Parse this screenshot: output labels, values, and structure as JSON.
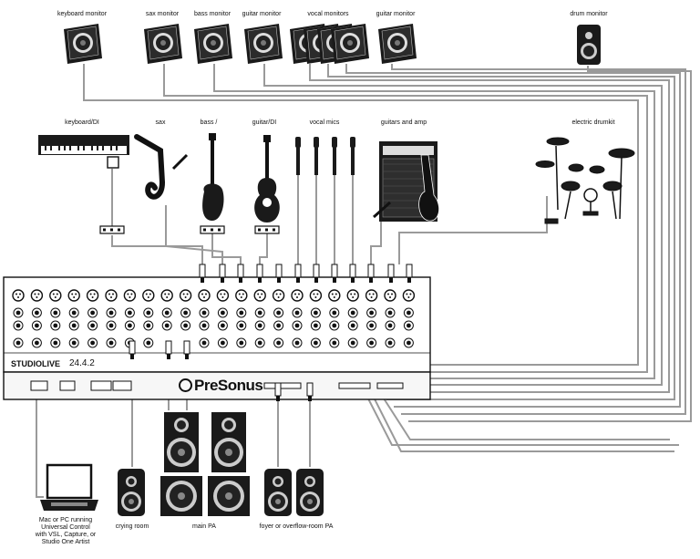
{
  "monitors": {
    "keyboard": "keyboard monitor",
    "sax": "sax monitor",
    "bass": "bass monitor",
    "guitar": "guitar monitor",
    "vocal": "vocal monitors",
    "guitar2": "guitar monitor",
    "drum": "drum monitor"
  },
  "instruments": {
    "keyboard": "keyboard/DI",
    "sax": "sax",
    "bass": "bass /",
    "guitar": "guitar/DI",
    "vocal": "vocal mics",
    "guitars_amp": "guitars and amp",
    "drums": "electric drumkit"
  },
  "mixer": {
    "brand": "STUDIOLIVE",
    "model": "24.4.2",
    "logo": "PreSonus"
  },
  "outputs": {
    "computer": "Mac or PC running\nUniversal Control\nwith VSL, Capture, or\nStudio One Artist",
    "crying_room": "crying room",
    "main_pa": "main PA",
    "foyer": "foyer or overflow-room PA"
  },
  "colors": {
    "line": "#111111",
    "cable": "#9a9a9a",
    "background": "#ffffff"
  }
}
